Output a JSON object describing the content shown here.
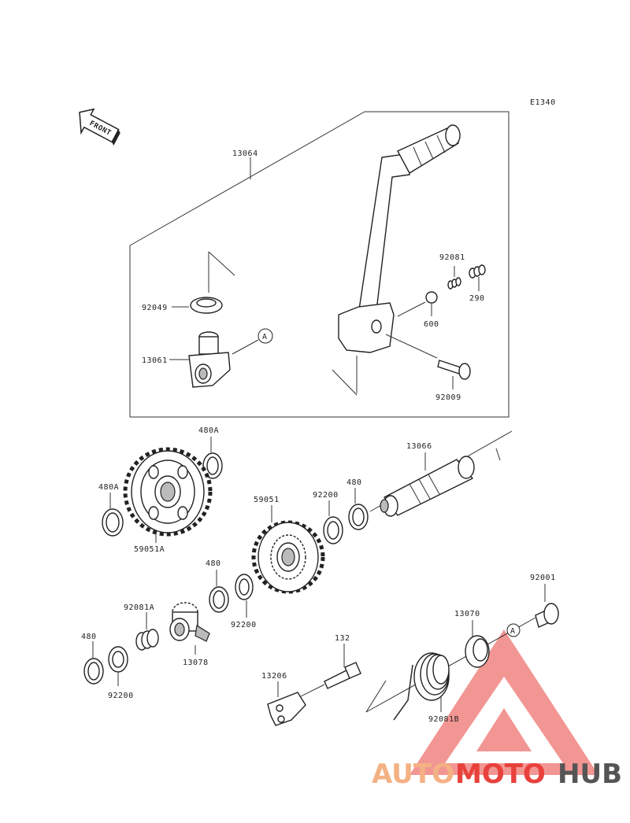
{
  "diagram_code": "E1340",
  "front_label": "FRONT",
  "ref_marker": "A",
  "parts": {
    "p13064": "13064",
    "p92049": "92049",
    "p13061": "13061",
    "p92081": "92081",
    "p290": "290",
    "p600": "600",
    "p92009": "92009",
    "p480A_top": "480A",
    "p480A_left": "480A",
    "p59051A": "59051A",
    "p13066": "13066",
    "p480_mid": "480",
    "p92200_mid": "92200",
    "p59051": "59051",
    "p480_low": "480",
    "p92200_low": "92200",
    "p92081A": "92081A",
    "p13078": "13078",
    "p480_left": "480",
    "p92200_left": "92200",
    "p132": "132",
    "p13206": "13206",
    "p13070": "13070",
    "p92001": "92001",
    "p92081B": "92081B"
  },
  "watermark": {
    "part1": "AUTO",
    "part2": "MOTO",
    "part3": "HUB",
    "color_light": "#f4b183",
    "color_red": "#e8413c",
    "color_grey": "#555555"
  }
}
